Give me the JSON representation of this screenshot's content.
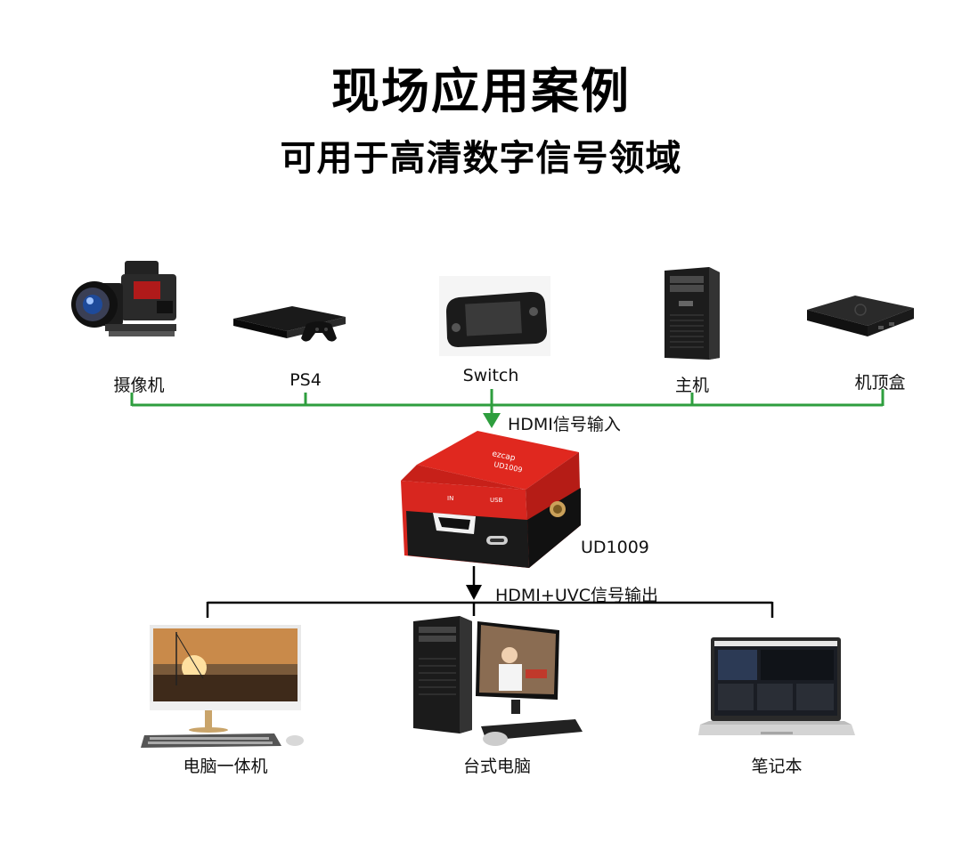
{
  "title": "现场应用案例",
  "subtitle": "可用于高清数字信号领域",
  "sources": [
    {
      "label": "摄像机",
      "icon": "cinema-camera-icon"
    },
    {
      "label": "PS4",
      "icon": "game-console-icon"
    },
    {
      "label": "Switch",
      "icon": "handheld-console-icon"
    },
    {
      "label": "主机",
      "icon": "desktop-tower-icon"
    },
    {
      "label": "机顶盒",
      "icon": "set-top-box-icon"
    }
  ],
  "input_label": "HDMI信号输入",
  "device": {
    "model": "UD1009",
    "brand": "ezcap",
    "port_in": "IN",
    "port_usb": "USB"
  },
  "output_label": "HDMI+UVC信号输出",
  "targets": [
    {
      "label": "电脑一体机",
      "icon": "all-in-one-pc-icon"
    },
    {
      "label": "台式电脑",
      "icon": "desktop-pc-icon"
    },
    {
      "label": "笔记本",
      "icon": "laptop-icon"
    }
  ],
  "colors": {
    "input_line": "#2e9e3e",
    "output_line": "#000000",
    "device_red": "#d8261f"
  }
}
